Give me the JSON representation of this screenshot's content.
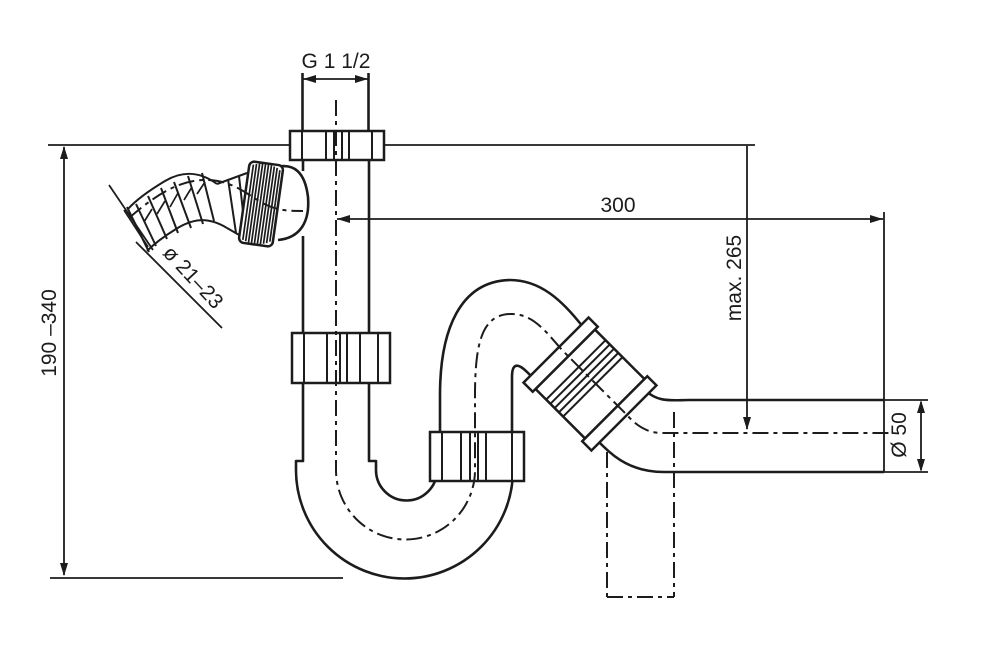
{
  "drawing": {
    "type": "technical-drawing-siphon-trap",
    "labels": {
      "thread": "G 1 1/2",
      "outlet_length": "300",
      "max_height": "max. 265",
      "height_range": "190 –340",
      "outlet_diameter": "Ø 50",
      "hose_diameter": "ø 21–23"
    },
    "colors": {
      "line": "#1c1c1c",
      "background": "#ffffff"
    }
  }
}
